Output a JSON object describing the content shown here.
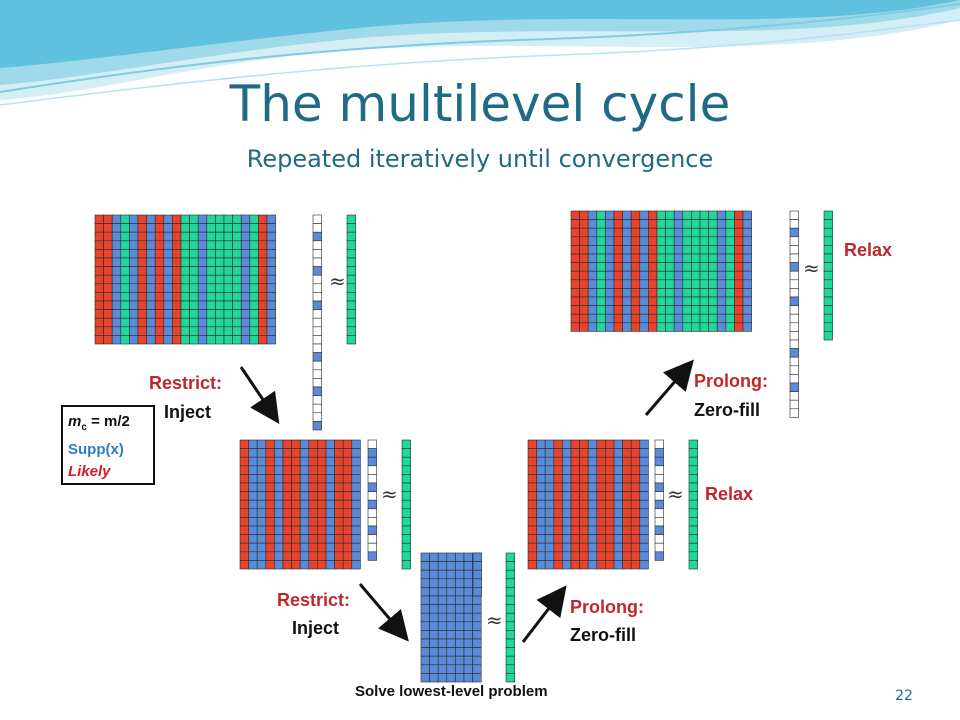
{
  "slide": {
    "title": "The multilevel cycle",
    "subtitle": "Repeated iteratively until convergence",
    "page_number": "22"
  },
  "colors": {
    "red": "#e8432c",
    "green": "#20d89a",
    "blue": "#5a8bd8",
    "accent_title": "#1f6a85",
    "label_red": "#c0272d"
  },
  "legend": {
    "mc_label": "m",
    "mc_sub": "c",
    "mc_rest": " = m/2",
    "supp": "Supp(x)",
    "likely": "Likely"
  },
  "labels": {
    "restrict_1": "Restrict:",
    "inject_1": "Inject",
    "restrict_2": "Restrict:",
    "inject_2": "Inject",
    "prolong_1": "Prolong:",
    "zerofill_1": "Zero-fill",
    "prolong_2": "Prolong:",
    "zerofill_2": "Zero-fill",
    "relax_1": "Relax",
    "relax_2": "Relax",
    "solve": "Solve lowest-level problem",
    "approx": "≈"
  },
  "levels": {
    "top_matrix_columns": [
      "R",
      "R",
      "B",
      "G",
      "B",
      "R",
      "B",
      "R",
      "B",
      "R",
      "G",
      "G",
      "B",
      "G",
      "G",
      "G",
      "G",
      "B",
      "G",
      "R",
      "B"
    ],
    "top_vector": [
      "W",
      "W",
      "B",
      "W",
      "W",
      "W",
      "B",
      "W",
      "W",
      "W",
      "B",
      "W",
      "W",
      "W",
      "W",
      "W",
      "B",
      "W",
      "W",
      "W",
      "B",
      "W",
      "W",
      "W",
      "B",
      "W",
      "W",
      "W",
      "B",
      "W",
      "W"
    ],
    "mid_matrix_columns": [
      "R",
      "B",
      "B",
      "R",
      "B",
      "R",
      "R",
      "B",
      "R",
      "R",
      "B",
      "R",
      "R",
      "B"
    ],
    "mid_vector": [
      "W",
      "B",
      "B",
      "W",
      "W",
      "B",
      "W",
      "B",
      "W",
      "W",
      "B",
      "W",
      "W",
      "B",
      "W",
      "W",
      "W",
      "B",
      "W"
    ],
    "low_matrix_columns": [
      "B",
      "B",
      "B",
      "B",
      "B",
      "B",
      "B"
    ],
    "low_vector": [
      "B",
      "B",
      "B",
      "B",
      "B",
      "B",
      "B"
    ]
  }
}
